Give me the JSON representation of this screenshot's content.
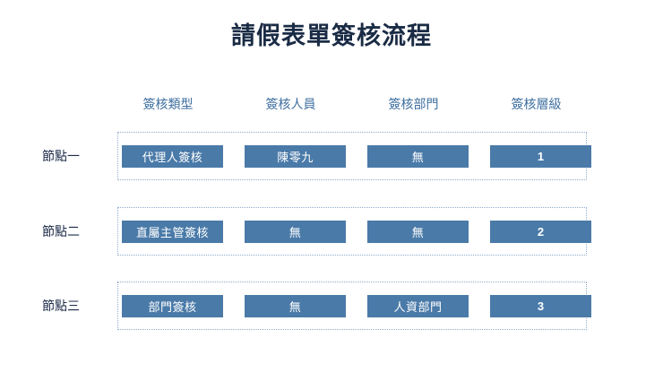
{
  "slide": {
    "title": "請假表單簽核流程",
    "background_color": "#ffffff",
    "title_color": "#1a2b45",
    "header_color": "#3f6f9f",
    "node_label_color": "#1b2a47",
    "cell_fill_color": "#4a7aa8",
    "cell_text_color": "#ffffff",
    "box_border_color": "#8fadcb"
  },
  "columns": [
    {
      "label": "簽核類型"
    },
    {
      "label": "簽核人員"
    },
    {
      "label": "簽核部門"
    },
    {
      "label": "簽核層級"
    }
  ],
  "rows": [
    {
      "node_label": "節點一",
      "cells": [
        {
          "value": "代理人簽核"
        },
        {
          "value": "陳零九"
        },
        {
          "value": "無"
        },
        {
          "value": "1"
        }
      ]
    },
    {
      "node_label": "節點二",
      "cells": [
        {
          "value": "直屬主管簽核"
        },
        {
          "value": "無"
        },
        {
          "value": "無"
        },
        {
          "value": "2"
        }
      ]
    },
    {
      "node_label": "節點三",
      "cells": [
        {
          "value": "部門簽核"
        },
        {
          "value": "無"
        },
        {
          "value": "人資部門"
        },
        {
          "value": "3"
        }
      ]
    }
  ]
}
